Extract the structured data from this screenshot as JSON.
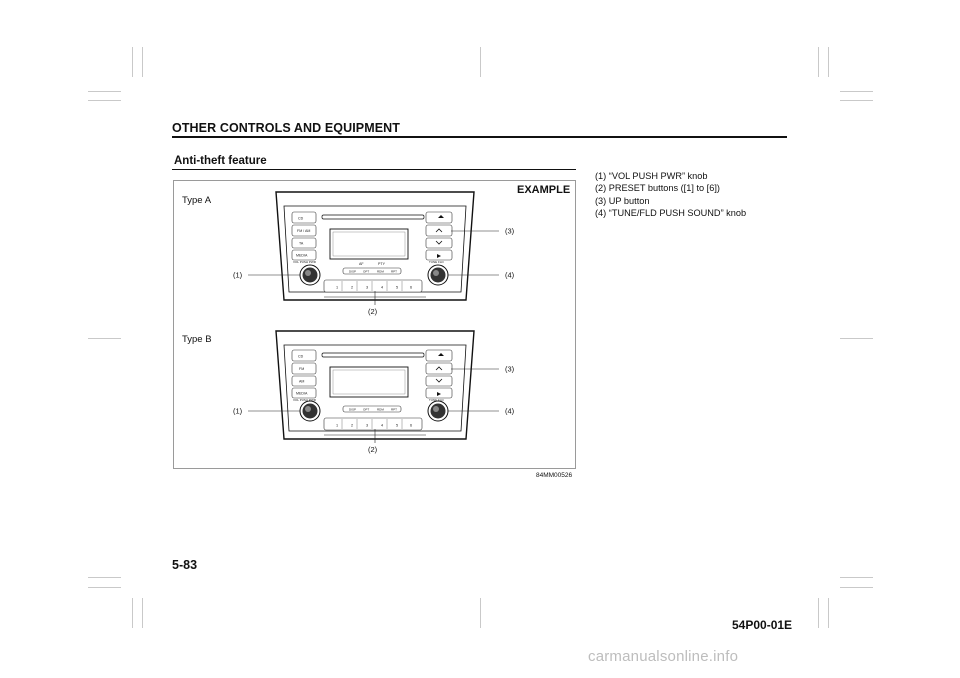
{
  "header": {
    "title": "OTHER CONTROLS AND EQUIPMENT"
  },
  "section": {
    "title": "Anti-theft feature"
  },
  "figure": {
    "example_label": "EXAMPLE",
    "type_a_label": "Type A",
    "type_b_label": "Type B",
    "figure_code": "84MM00526",
    "callouts": {
      "c1": "(1)",
      "c2": "(2)",
      "c3": "(3)",
      "c4": "(4)"
    },
    "radio_a": {
      "cd": "CD",
      "fm_am": "FM / AM",
      "ta": "TA",
      "media": "MEDIA",
      "vol": "VOL PUSH PWR",
      "af": "AF",
      "pty": "PTY",
      "disp": "DISP",
      "opt": "OPT",
      "rdm": "RDM",
      "rpt": "RPT",
      "tune": "TUNE FLD",
      "presets": [
        "1",
        "2",
        "3",
        "4",
        "5",
        "6"
      ]
    },
    "radio_b": {
      "cd": "CD",
      "fm": "FM",
      "am": "AM",
      "media": "MEDIA",
      "vol": "VOL PUSH PWR",
      "disp": "DISP",
      "opt": "OPT",
      "rdm": "RDM",
      "rpt": "RPT",
      "tune": "TUNE FLD",
      "presets": [
        "1",
        "2",
        "3",
        "4",
        "5",
        "6"
      ]
    }
  },
  "legend": {
    "items": [
      "(1) “VOL PUSH PWR” knob",
      "(2) PRESET buttons ([1] to [6])",
      "(3) UP button",
      "(4) “TUNE/FLD PUSH SOUND” knob"
    ]
  },
  "footer": {
    "page_number": "5-83",
    "doc_code": "54P00-01E"
  },
  "watermark": {
    "text": "carmanualsonline.info"
  }
}
